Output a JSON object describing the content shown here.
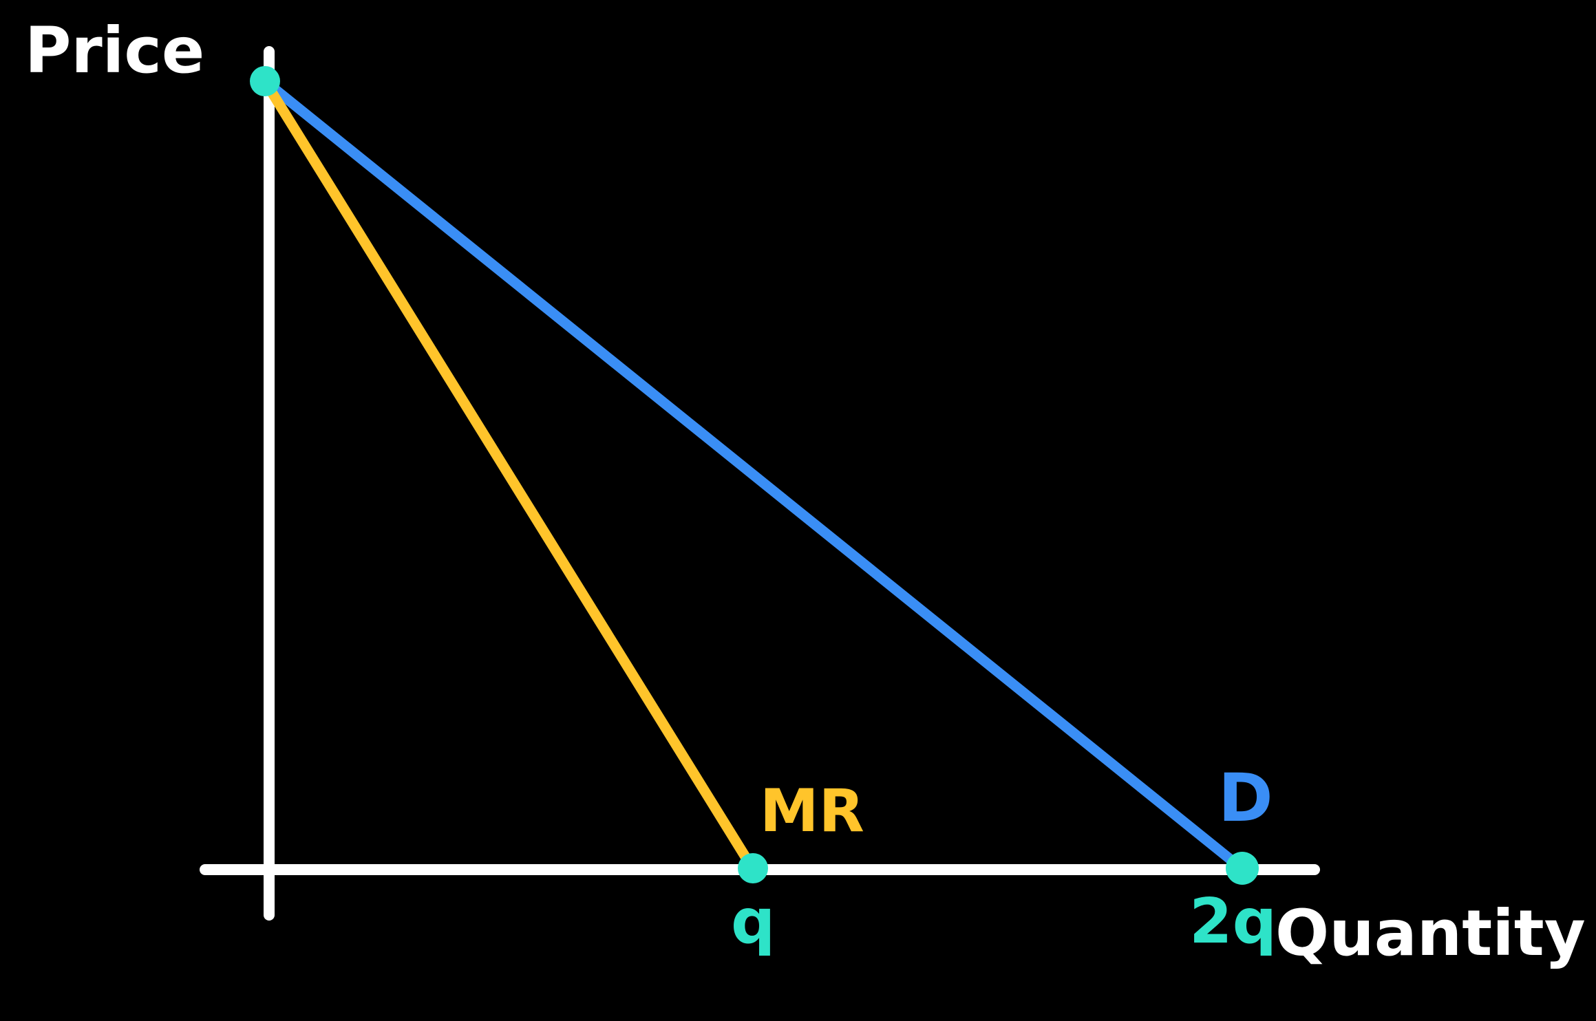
{
  "labels": {
    "y_axis": "Price",
    "x_axis": "Quantity",
    "mr_curve": "MR",
    "demand_curve": "D",
    "x_tick_q": "q",
    "x_tick_2q": "2q"
  },
  "colors": {
    "background": "#000000",
    "axis": "#ffffff",
    "demand": "#3a8ef5",
    "marginal_revenue": "#ffc42b",
    "points": "#2ee3c8",
    "tick_labels": "#2ee3c8"
  },
  "chart_data": {
    "type": "line",
    "xlabel": "Quantity",
    "ylabel": "Price",
    "x_ticks": [
      "q",
      "2q"
    ],
    "series": [
      {
        "name": "D",
        "points": [
          [
            0,
            1
          ],
          [
            2,
            0
          ]
        ]
      },
      {
        "name": "MR",
        "points": [
          [
            0,
            1
          ],
          [
            1,
            0
          ]
        ]
      }
    ]
  }
}
